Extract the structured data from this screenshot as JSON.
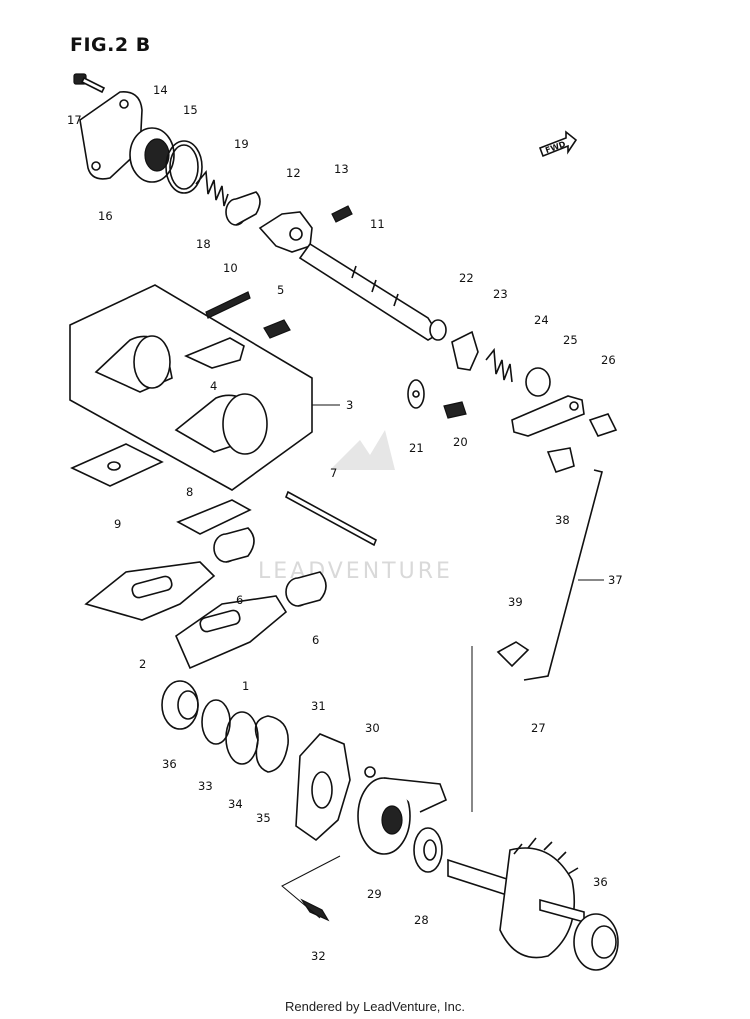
{
  "figure": {
    "title": "FIG.2 B",
    "direction_tag": "FWD",
    "watermark": "LEADVENTURE",
    "footer": "Rendered by LeadVenture, Inc."
  },
  "labels": [
    {
      "id": "17",
      "text": "17"
    },
    {
      "id": "14",
      "text": "14"
    },
    {
      "id": "15",
      "text": "15"
    },
    {
      "id": "16",
      "text": "16"
    },
    {
      "id": "19",
      "text": "19"
    },
    {
      "id": "18",
      "text": "18"
    },
    {
      "id": "12",
      "text": "12"
    },
    {
      "id": "13",
      "text": "13"
    },
    {
      "id": "11",
      "text": "11"
    },
    {
      "id": "10",
      "text": "10"
    },
    {
      "id": "5",
      "text": "5"
    },
    {
      "id": "4",
      "text": "4"
    },
    {
      "id": "3",
      "text": "3"
    },
    {
      "id": "9",
      "text": "9"
    },
    {
      "id": "8",
      "text": "8"
    },
    {
      "id": "7",
      "text": "7"
    },
    {
      "id": "6a",
      "text": "6"
    },
    {
      "id": "6b",
      "text": "6"
    },
    {
      "id": "2",
      "text": "2"
    },
    {
      "id": "1",
      "text": "1"
    },
    {
      "id": "22",
      "text": "22"
    },
    {
      "id": "23",
      "text": "23"
    },
    {
      "id": "24",
      "text": "24"
    },
    {
      "id": "25",
      "text": "25"
    },
    {
      "id": "26",
      "text": "26"
    },
    {
      "id": "21",
      "text": "21"
    },
    {
      "id": "20",
      "text": "20"
    },
    {
      "id": "38",
      "text": "38"
    },
    {
      "id": "37",
      "text": "37"
    },
    {
      "id": "39",
      "text": "39"
    },
    {
      "id": "31",
      "text": "31"
    },
    {
      "id": "30",
      "text": "30"
    },
    {
      "id": "36a",
      "text": "36"
    },
    {
      "id": "33",
      "text": "33"
    },
    {
      "id": "34",
      "text": "34"
    },
    {
      "id": "35",
      "text": "35"
    },
    {
      "id": "29",
      "text": "29"
    },
    {
      "id": "28",
      "text": "28"
    },
    {
      "id": "27",
      "text": "27"
    },
    {
      "id": "36b",
      "text": "36"
    },
    {
      "id": "32",
      "text": "32"
    }
  ]
}
